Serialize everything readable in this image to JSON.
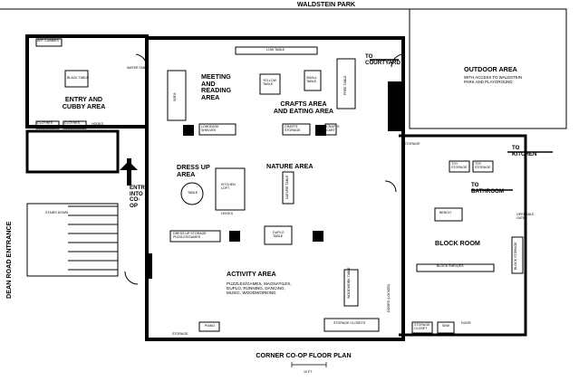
{
  "labels": {
    "park": "WALDSTEIN PARK",
    "dean": "DEAN ROAD ENTRANCE",
    "title": "CORNER CO-OP FLOOR PLAN",
    "entry": "ENTRY AND\nCUBBY AREA",
    "meeting": "MEETING\nAND\nREADING\nAREA",
    "crafts": "CRAFTS AREA\nAND EATING AREA",
    "nature": "NATURE AREA",
    "dressup": "DRESS UP\nAREA",
    "activity": "ACTIVITY AREA",
    "activity_sub": "PUZZLES/GAMES, MAGNATILES,\nDUPLO, RUNNING, DANCING,\nMUSIC, WOODWORKING",
    "block": "BLOCK ROOM",
    "outdoor": "OUTDOOR AREA",
    "outdoor_sub": "WITH ACCESS TO WALDSTEIN\nPARK AND PLAYGROUND",
    "to_court": "TO\nCOURTYARD",
    "to_kitchen": "TO\nKITCHEN",
    "to_bathroom": "TO\nBATHROOM",
    "entry_coop": "ENTRY\nINTO\nCO-OP",
    "hooks1": "HOOKS",
    "hooks2": "HOOKS",
    "stairs": "STAIRS DOWN",
    "scale": "10 FT",
    "art_cubbies": "ART CUBBIES",
    "black_table": "BLACK TABLE",
    "clothes1": "CLOTHES\nCUBBIES",
    "clothes2": "CLOTHES\nCUBBIES",
    "low_table": "LOW TABLE",
    "yellow_table": "YELLOW\nTABLE",
    "small_table": "SMALL\nTABLE",
    "free_table": "FREE TABLE",
    "sofa": "SOFA",
    "low_book": "LOW BOOK\nSHELVES",
    "crafts_storage": "CRAFTS\nSTORAGE",
    "crafts_cart": "CRAFTS\nCART",
    "round_table": "TABLE",
    "kitchen_loft": "KITCHEN\nLOFT",
    "duplo_table": "DUPLO\nTABLE",
    "nature_table": "NATURE TABLE",
    "dressup_storage": "DRESS UP STORAGE\nPUZZLES/GAMES",
    "woodwork": "WOODWORK\nTABLE",
    "piano": "PIANO",
    "storage_bottom": "STORAGE",
    "storage_closets": "STORAGE CLOSETS",
    "doors": "DOORS (LOCKED)",
    "water_table": "WATER TABLE",
    "bench": "BENCH",
    "toy_storage1": "TOY\nSTORAGE",
    "toy_storage2": "TOY\nSTORAGE",
    "storage_right": "STORAGE",
    "sink": "SINK",
    "storage_closet_r": "STORAGE\nCLOSET",
    "operable_gate": "OPERABLE\nGATE",
    "block_shelves": "BLOCK SHELVES",
    "block_storage": "BLOCK STORAGE",
    "door_s": "DOOR"
  }
}
